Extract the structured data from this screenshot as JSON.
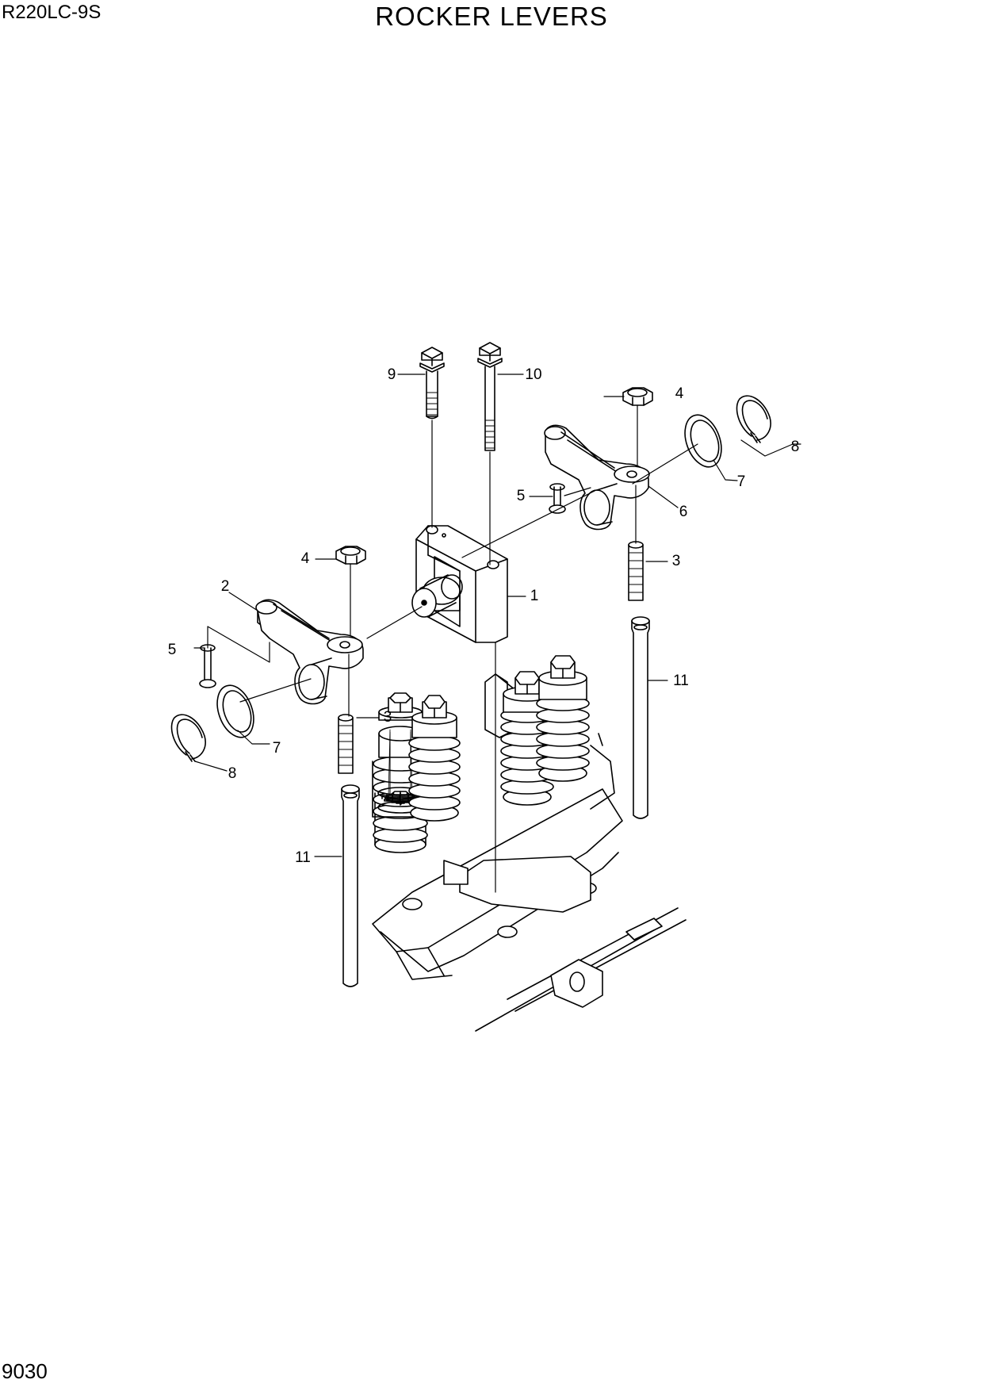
{
  "header": {
    "model": "R220LC-9S",
    "title": "ROCKER LEVERS"
  },
  "footer": {
    "page_number": "9030"
  },
  "callouts": {
    "c1": "1",
    "c2": "2",
    "c3a": "3",
    "c3b": "3",
    "c4a": "4",
    "c4b": "4",
    "c5a": "5",
    "c5b": "5",
    "c6": "6",
    "c7a": "7",
    "c7b": "7",
    "c8a": "8",
    "c8b": "8",
    "c9": "9",
    "c10": "10",
    "c11a": "11",
    "c11b": "11"
  }
}
